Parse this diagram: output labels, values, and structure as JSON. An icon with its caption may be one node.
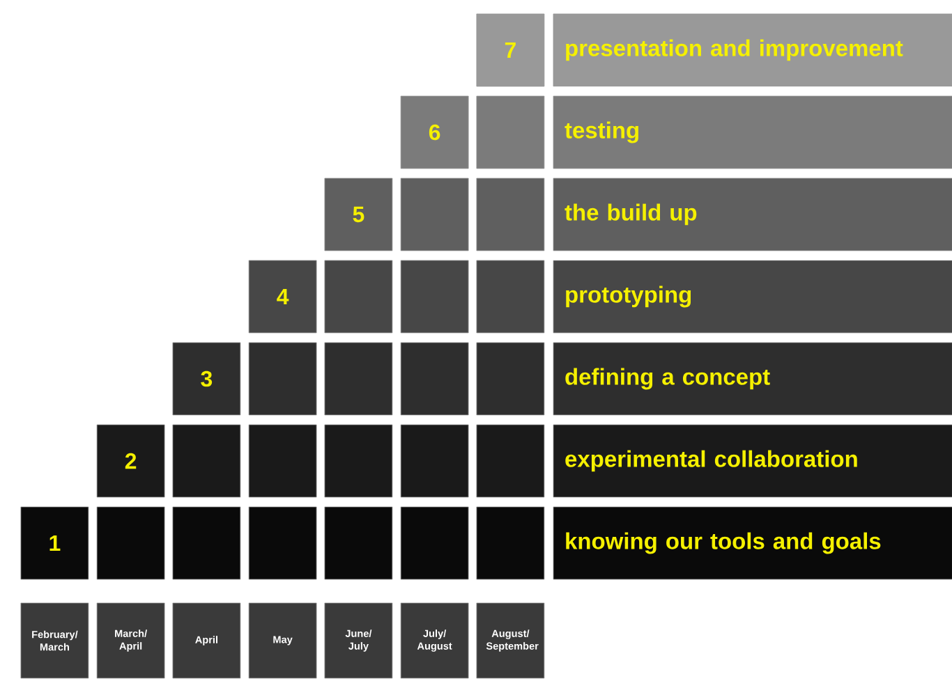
{
  "diagram": {
    "nodes": [
      {
        "text": [
          "7"
        ]
      },
      {
        "text": [
          "presentation and improvement"
        ]
      },
      {
        "text": [
          "6"
        ]
      },
      {
        "text": [],
        "shape": "box"
      },
      {
        "text": [
          "testing"
        ]
      },
      {
        "text": [
          "5"
        ]
      },
      {
        "text": [],
        "shape": "box"
      },
      {
        "text": [],
        "shape": "box"
      },
      {
        "text": [
          "the build up"
        ]
      },
      {
        "text": [
          "4"
        ]
      },
      {
        "text": [],
        "shape": "box"
      },
      {
        "text": [],
        "shape": "box"
      },
      {
        "text": [],
        "shape": "box"
      },
      {
        "text": [
          "prototyping"
        ]
      },
      {
        "text": [
          "3"
        ]
      },
      {
        "text": [],
        "shape": "box"
      },
      {
        "text": [],
        "shape": "box"
      },
      {
        "text": [],
        "shape": "box"
      },
      {
        "text": [],
        "shape": "box"
      },
      {
        "text": [
          "defining a concept"
        ]
      },
      {
        "text": [
          "2"
        ]
      },
      {
        "text": [],
        "shape": "box"
      },
      {
        "text": [],
        "shape": "box"
      },
      {
        "text": [],
        "shape": "box"
      },
      {
        "text": [],
        "shape": "box"
      },
      {
        "text": [],
        "shape": "box"
      },
      {
        "text": [
          "experimental collaboration"
        ]
      },
      {
        "text": [
          "1"
        ]
      },
      {
        "text": [],
        "shape": "box"
      },
      {
        "text": [],
        "shape": "box"
      },
      {
        "text": [],
        "shape": "box"
      },
      {
        "text": [],
        "shape": "box"
      },
      {
        "text": [],
        "shape": "box"
      },
      {
        "text": [],
        "shape": "box"
      },
      {
        "text": [
          "knowing our tools and goals"
        ]
      },
      {
        "text": [
          "February/ March"
        ]
      },
      {
        "text": [
          "March/ April"
        ]
      },
      {
        "text": [
          "April"
        ]
      },
      {
        "text": [
          "May"
        ]
      },
      {
        "text": [
          "June/ July"
        ]
      },
      {
        "text": [
          "July/ August"
        ]
      },
      {
        "text": [
          "August/ September"
        ]
      }
    ],
    "edges": []
  }
}
